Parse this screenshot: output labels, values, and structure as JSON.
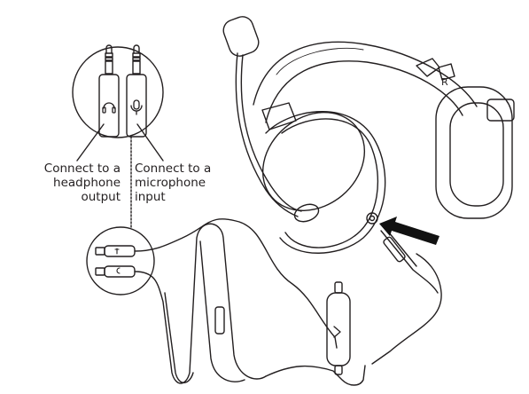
{
  "labels": {
    "headphone": {
      "line1": "Connect to a",
      "line2": "headphone",
      "line3": "output"
    },
    "microphone": {
      "line1": "Connect to a",
      "line2": "microphone",
      "line3": "input"
    }
  },
  "headset": {
    "side_marker": "R"
  },
  "colors": {
    "ink": "#231f20",
    "background": "#ffffff",
    "arrow": "#111111"
  },
  "icons": [
    "headphone-icon",
    "microphone-icon"
  ]
}
